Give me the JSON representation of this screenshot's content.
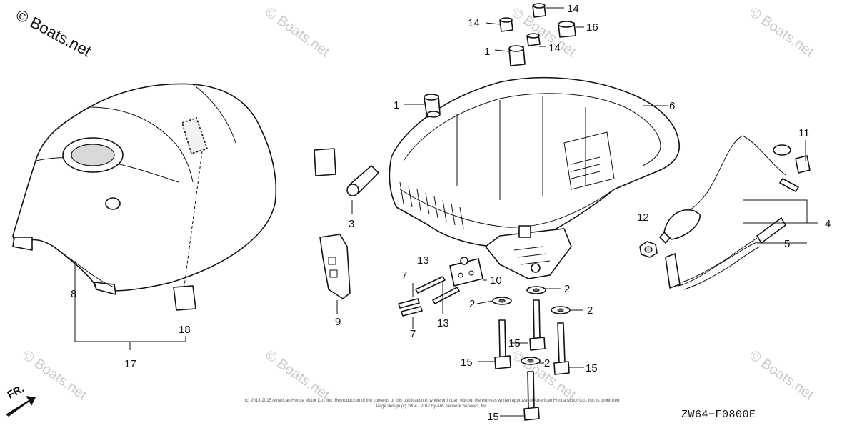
{
  "copyright": "© Boats.net",
  "watermark": "© Boats.net",
  "diagram_code": "ZW64−F0800E",
  "front_indicator": "FR.",
  "footer": {
    "line1": "(c) 2013-2015 American Honda Motor Co., Inc. Reproduction of the contents of this publication in whole or in part without the express written approval of American Honda Motor Co., Inc. is prohibited",
    "line2": "Page design (c) 2004 - 2017 by ARI Network Services, Inc."
  },
  "callouts": {
    "c1a": "1",
    "c1b": "1",
    "c2a": "2",
    "c2b": "2",
    "c2c": "2",
    "c2d": "2",
    "c3": "3",
    "c4": "4",
    "c5": "5",
    "c6": "6",
    "c7a": "7",
    "c7b": "7",
    "c8": "8",
    "c9": "9",
    "c10": "10",
    "c11": "11",
    "c12": "12",
    "c13a": "13",
    "c13b": "13",
    "c14a": "14",
    "c14b": "14",
    "c14c": "14",
    "c15a": "15",
    "c15b": "15",
    "c15c": "15",
    "c15d": "15",
    "c16": "16",
    "c17": "17",
    "c18": "18"
  }
}
